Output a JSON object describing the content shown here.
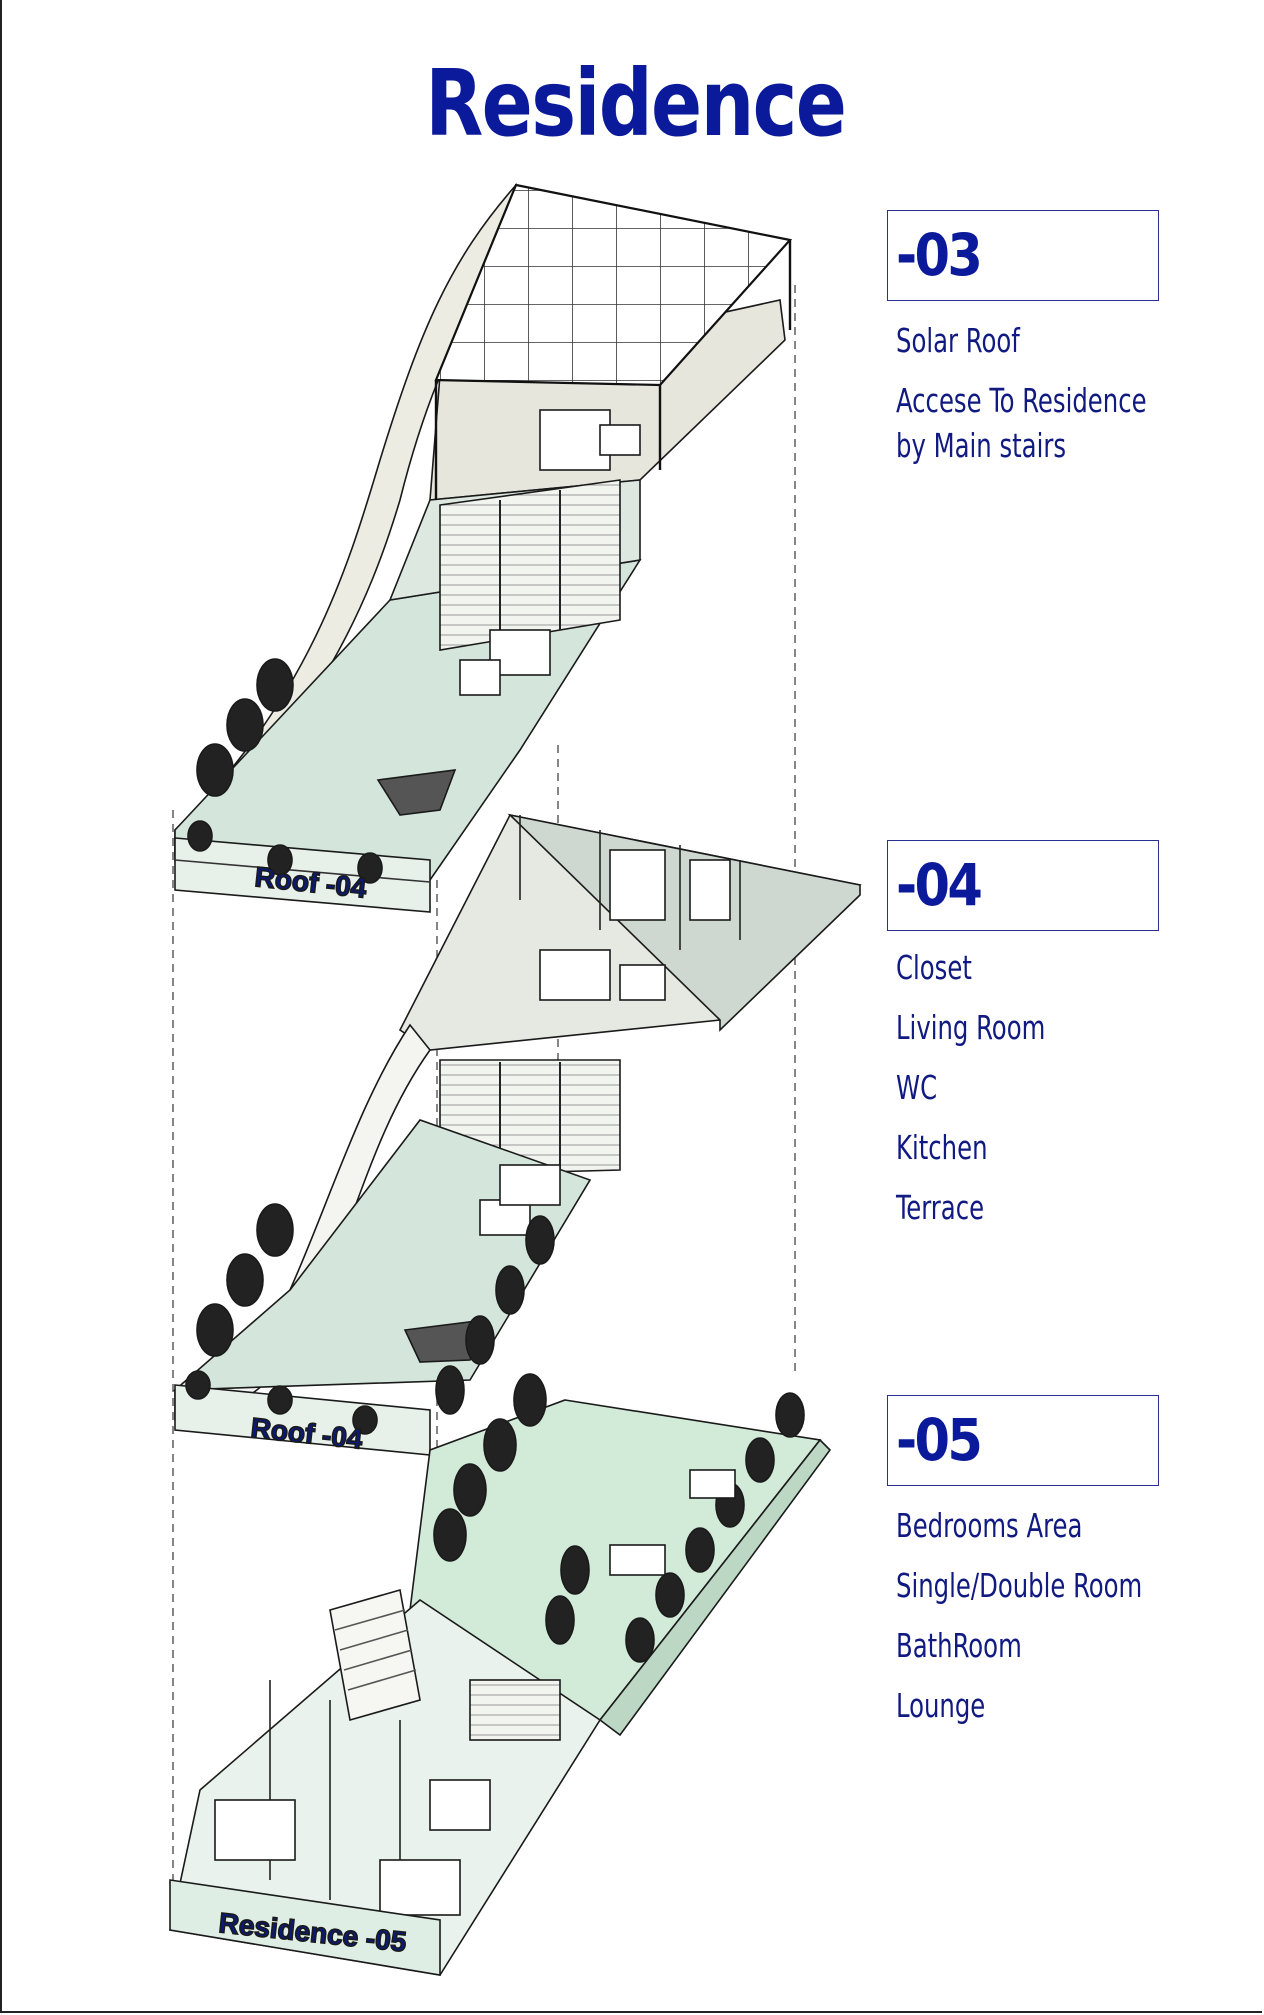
{
  "title": "Residence",
  "levels": [
    {
      "code": "-03",
      "items": [
        "Solar Roof",
        "Accese To Residence by Main stairs"
      ]
    },
    {
      "code": "-04",
      "items": [
        "Closet",
        "Living Room",
        "WC",
        "Kitchen",
        "Terrace"
      ]
    },
    {
      "code": "-05",
      "items": [
        "Bedrooms Area",
        "Single/Double Room",
        "BathRoom",
        "Lounge"
      ]
    }
  ],
  "floor_labels": [
    "Roof -04",
    "Roof -04",
    "Residence -05"
  ],
  "colors": {
    "accent": "#0a1a9a",
    "floor_fill": "#d4e6dc",
    "deck_fill": "#e4e6dc",
    "line": "#1a1a1a"
  }
}
